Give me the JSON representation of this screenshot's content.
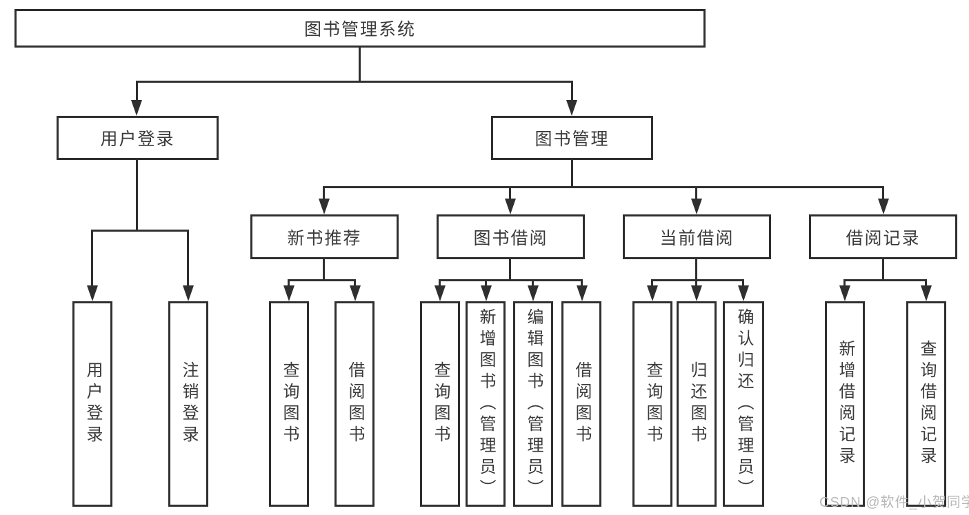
{
  "diagram": {
    "root": {
      "label": "图书管理系统"
    },
    "level2": {
      "user_login": {
        "label": "用户登录"
      },
      "book_management": {
        "label": "图书管理"
      }
    },
    "level3": {
      "new_book_recommend": {
        "label": "新书推荐"
      },
      "book_borrow": {
        "label": "图书借阅"
      },
      "current_borrow": {
        "label": "当前借阅"
      },
      "borrow_records": {
        "label": "借阅记录"
      }
    },
    "leaves": {
      "user_login": [
        "用户登录",
        "注销登录"
      ],
      "new_book_recommend": [
        "查询图书",
        "借阅图书"
      ],
      "book_borrow": [
        "查询图书",
        "新增图书（管理员）",
        "编辑图书（管理员）",
        "借阅图书"
      ],
      "current_borrow": [
        "查询图书",
        "归还图书",
        "确认归还（管理员）"
      ],
      "borrow_records": [
        "新增借阅记录",
        "查询借阅记录"
      ]
    }
  },
  "watermark": {
    "text": "CSDN @软件_小贺同学"
  },
  "colors": {
    "line": "#2f2f2f",
    "text": "#3a3a3a",
    "watermark": "#b8b8b8",
    "background": "#ffffff"
  }
}
